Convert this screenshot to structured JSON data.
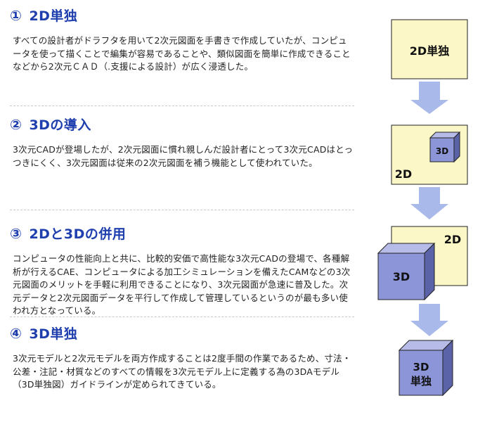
{
  "sections": [
    {
      "num": "①",
      "title": "2D単独",
      "body": "すべての設計者がドラフタを用いて2次元図面を手書きで作成していたが、コンピュータを使って描くことで編集が容易であることや、類似図面を簡単に作成できることなどから2次元ＣＡＤ（.支援による設計）が広く浸透した。"
    },
    {
      "num": "②",
      "title": "3Dの導入",
      "body": "3次元CADが登場したが、2次元図面に慣れ親しんだ設計者にとって3次元CADはとっつきにくく、3次元図面は従来の2次元図面を補う機能として使われていた。"
    },
    {
      "num": "③",
      "title": "2Dと3Dの併用",
      "body": "コンピュータの性能向上と共に、比較的安価で高性能な3次元CADの登場で、各種解析が行えるCAE、コンピュータによる加工シミュレーションを備えたCAMなどの3次元図面のメリットを手軽に利用できることになり、3次元図面が急速に普及した。次元データと2次元図面データを平行して作成して管理しているというのが最も多い使われ方となっている。"
    },
    {
      "num": "④",
      "title": "3D単独",
      "body": "3次元モデルと2次元モデルを両方作成することは2度手間の作業であるため、寸法・公差・注記・材質などのすべての情報を3次元モデル上に定義する為の3DAモデル（3D単独図）ガイドラインが定められてきている。"
    }
  ],
  "diagram": {
    "step1_label": "2D単独",
    "step2_label_2d": "2D",
    "step2_label_3d": "3D",
    "step3_label_2d": "2D",
    "step3_label_3d": "3D",
    "step4_label_line1": "3D",
    "step4_label_line2": "単独"
  },
  "colors": {
    "title": "#1f3fae",
    "paper": "#fbf7c6",
    "cube_front": "#8c95d8",
    "cube_top": "#b6bbe8",
    "cube_side": "#5a62a8",
    "arrow": "#a9b9ea"
  }
}
